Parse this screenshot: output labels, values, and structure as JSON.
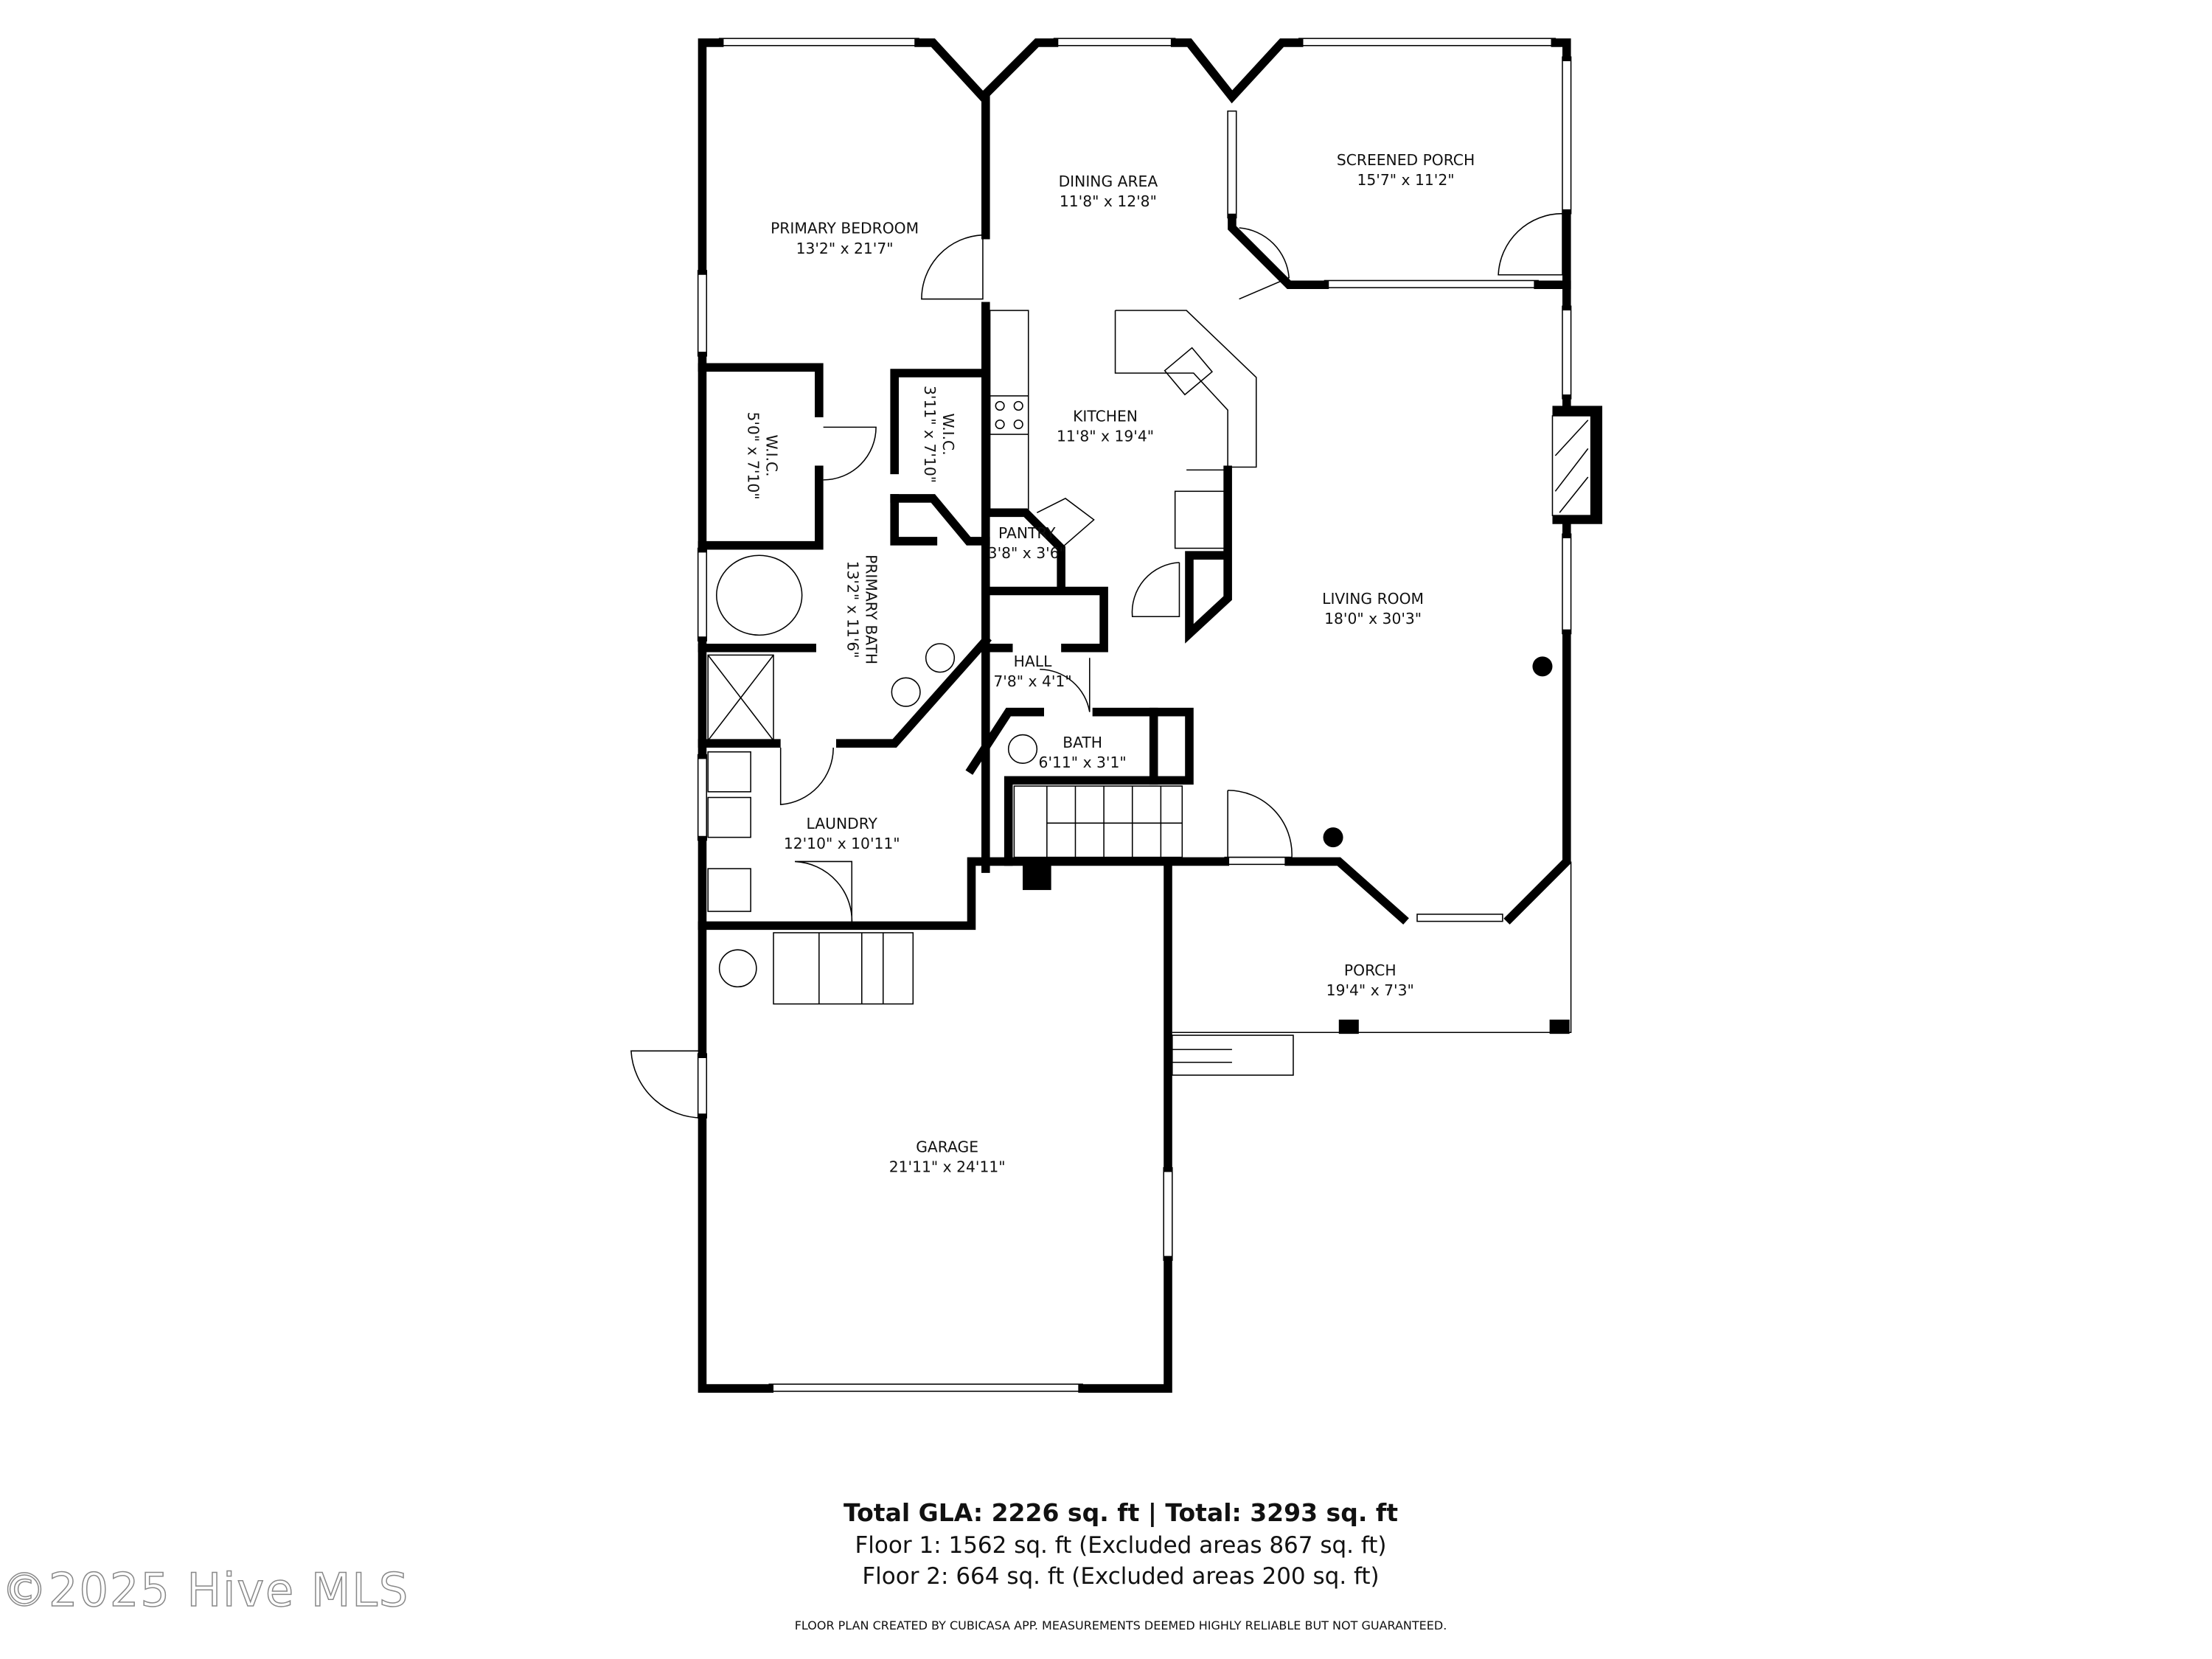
{
  "rooms": {
    "primary_bedroom": {
      "name": "PRIMARY BEDROOM",
      "dims": "13'2\" x 21'7\""
    },
    "dining_area": {
      "name": "DINING AREA",
      "dims": "11'8\" x 12'8\""
    },
    "screened_porch": {
      "name": "SCREENED PORCH",
      "dims": "15'7\" x 11'2\""
    },
    "kitchen": {
      "name": "KITCHEN",
      "dims": "11'8\" x 19'4\""
    },
    "wic_1": {
      "name": "W.I.C.",
      "dims": "5'0\" x 7'10\""
    },
    "wic_2": {
      "name": "W.I.C.",
      "dims": "3'11\" x 7'10\""
    },
    "pantry": {
      "name": "PANTRY",
      "dims": "3'8\" x 3'6\""
    },
    "primary_bath": {
      "name": "PRIMARY BATH",
      "dims": "13'2\" x 11'6\""
    },
    "living_room": {
      "name": "LIVING ROOM",
      "dims": "18'0\" x 30'3\""
    },
    "hall": {
      "name": "HALL",
      "dims": "7'8\" x 4'1\""
    },
    "bath": {
      "name": "BATH",
      "dims": "6'11\" x 3'1\""
    },
    "laundry": {
      "name": "LAUNDRY",
      "dims": "12'10\" x 10'11\""
    },
    "porch": {
      "name": "PORCH",
      "dims": "19'4\" x 7'3\""
    },
    "garage": {
      "name": "GARAGE",
      "dims": "21'11\" x 24'11\""
    }
  },
  "summary": {
    "total": "Total GLA: 2226 sq. ft | Total: 3293 sq. ft",
    "floor1": "Floor 1: 1562 sq. ft (Excluded areas 867 sq. ft)",
    "floor2": "Floor 2: 664 sq. ft (Excluded areas 200 sq. ft)",
    "disclaimer": "FLOOR PLAN CREATED BY CUBICASA APP. MEASUREMENTS DEEMED HIGHLY RELIABLE BUT NOT GUARANTEED."
  },
  "watermark": "©2025 Hive MLS"
}
